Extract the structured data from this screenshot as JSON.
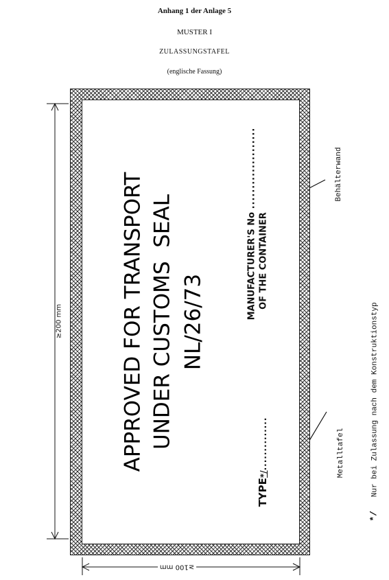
{
  "header": {
    "line1": "Anhang 1 der Anlage 5",
    "line2": "MUSTER I",
    "line3": "ZULASSUNGSTAFEL",
    "line4": "(englische Fassung)"
  },
  "plate": {
    "line1": "APPROVED FOR TRANSPORT",
    "line2": "UNDER CUSTOMS  SEAL",
    "line3": "NL/26/73",
    "manufacturer_line1": "MANUFACTURER'S No",
    "manufacturer_dots": "....................",
    "manufacturer_line2": "OF THE CONTAINER",
    "type_label": "TYPE",
    "type_mark": "*/",
    "type_dots": ".............."
  },
  "dimensions": {
    "width_label": "≥200 mm",
    "height_label": "≥100 mm"
  },
  "annotations": {
    "wall": "Behälterwand",
    "plate": "Metalltafel",
    "footnote_mark": "*/",
    "footnote": "Nur bei Zulassung nach dem Konstruktionstyp"
  }
}
